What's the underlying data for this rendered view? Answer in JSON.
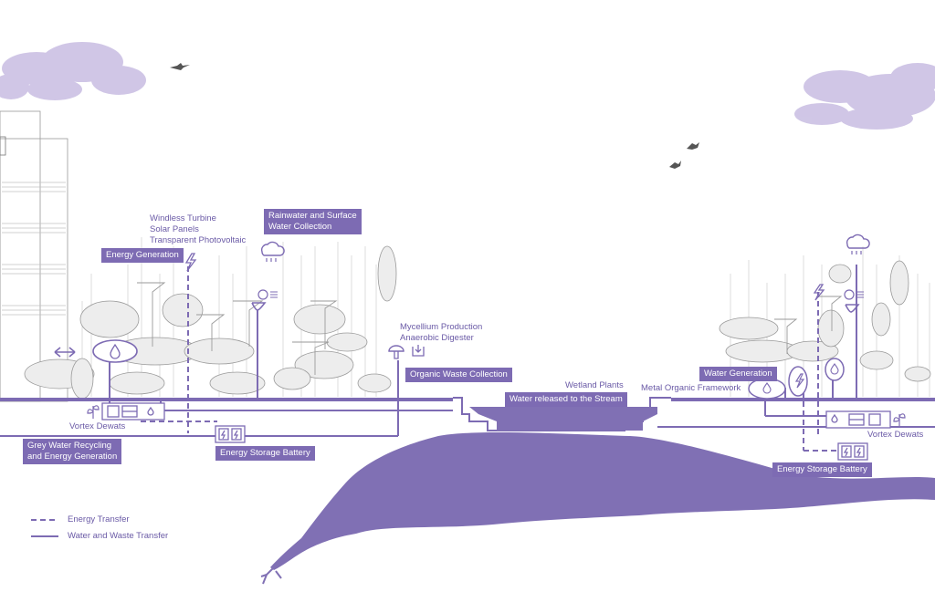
{
  "colors": {
    "accent": "#7d6bb3",
    "accent_dark": "#6a5aa6",
    "water": "#8070b4",
    "cloud": "#c8bde2",
    "sketch": "#b8b8b8"
  },
  "labels": {
    "windless_turbine": "Windless Turbine",
    "solar_panels": "Solar Panels",
    "transparent_pv": "Transparent Photovoltaic",
    "energy_generation": "Energy Generation",
    "rainwater_line1": "Rainwater and Surface",
    "rainwater_line2": "Water Collection",
    "mycelium": "Mycellium Production",
    "anaerobic": "Anaerobic Digester",
    "organic_waste": "Organic Waste Collection",
    "wetland_plants": "Wetland Plants",
    "water_released": "Water released to the Stream",
    "vortex_dewats_left": "Vortex Dewats",
    "grey_water_line1": "Grey Water Recycling",
    "grey_water_line2": "and Energy Generation",
    "energy_storage_left": "Energy Storage Battery",
    "water_generation": "Water Generation",
    "metal_organic": "Metal Organic Framework",
    "vortex_dewats_right": "Vortex Dewats",
    "energy_storage_right": "Energy Storage Battery"
  },
  "legend": {
    "energy_transfer": "Energy Transfer",
    "water_waste_transfer": "Water and Waste Transfer"
  },
  "icons": {
    "rain_left": "rain-cloud-icon",
    "rain_right": "rain-cloud-icon",
    "lightning_left": "lightning-icon",
    "lightning_right": "lightning-icon",
    "mushroom": "mushroom-icon",
    "digester": "digester-icon",
    "droplet": "water-drop-icon",
    "battery": "battery-icon",
    "plant": "plant-sprout-icon",
    "bird": "bird-icon",
    "arrow": "double-arrow-icon"
  }
}
